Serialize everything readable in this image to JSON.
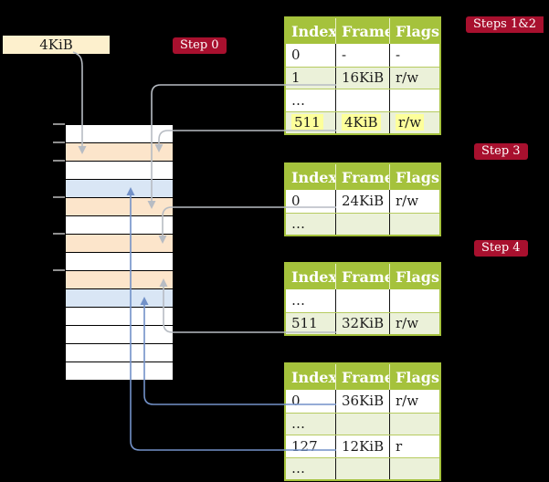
{
  "frame_box": {
    "label": "4KiB"
  },
  "badges": [
    {
      "id": "step-0",
      "label": "Step 0"
    },
    {
      "id": "steps-1-2",
      "label": "Steps 1&2"
    },
    {
      "id": "step-3",
      "label": "Step 3"
    },
    {
      "id": "step-4",
      "label": "Step 4"
    }
  ],
  "memory": {
    "rows": [
      "white",
      "orange",
      "white",
      "blue",
      "orange",
      "white",
      "orange",
      "white",
      "orange",
      "blue",
      "white",
      "white",
      "white",
      "white"
    ]
  },
  "tables": [
    {
      "id": "page-table-steps-1-2",
      "headers": [
        "Index",
        "Frame",
        "Flags"
      ],
      "rows": [
        {
          "cells": [
            "0",
            "-",
            "-"
          ],
          "shade": "white",
          "highlight": false
        },
        {
          "cells": [
            "1",
            "16KiB",
            "r/w"
          ],
          "shade": "green",
          "highlight": false
        },
        {
          "cells": [
            "…",
            "",
            ""
          ],
          "shade": "white",
          "highlight": false
        },
        {
          "cells": [
            "511",
            "4KiB",
            "r/w"
          ],
          "shade": "green",
          "highlight": true
        }
      ]
    },
    {
      "id": "page-table-step-3",
      "headers": [
        "Index",
        "Frame",
        "Flags"
      ],
      "rows": [
        {
          "cells": [
            "0",
            "24KiB",
            "r/w"
          ],
          "shade": "white",
          "highlight": false
        },
        {
          "cells": [
            "…",
            "",
            ""
          ],
          "shade": "green",
          "highlight": false
        }
      ]
    },
    {
      "id": "page-table-step-4",
      "headers": [
        "Index",
        "Frame",
        "Flags"
      ],
      "rows": [
        {
          "cells": [
            "…",
            "",
            ""
          ],
          "shade": "white",
          "highlight": false
        },
        {
          "cells": [
            "511",
            "32KiB",
            "r/w"
          ],
          "shade": "green",
          "highlight": false
        }
      ]
    },
    {
      "id": "page-table-final",
      "headers": [
        "Index",
        "Frame",
        "Flags"
      ],
      "rows": [
        {
          "cells": [
            "0",
            "36KiB",
            "r/w"
          ],
          "shade": "white",
          "highlight": false
        },
        {
          "cells": [
            "…",
            "",
            ""
          ],
          "shade": "green",
          "highlight": false
        },
        {
          "cells": [
            "127",
            "12KiB",
            "r"
          ],
          "shade": "white",
          "highlight": false
        },
        {
          "cells": [
            "…",
            "",
            ""
          ],
          "shade": "green",
          "highlight": false
        }
      ]
    }
  ],
  "colors": {
    "background": "#000000",
    "frame_box_fill": "#fdf0cd",
    "badge_red": "#a8102e",
    "table_header_green": "#a5c23c",
    "table_row_green": "#ebf1d9",
    "memory_orange": "#fce5cb",
    "memory_blue": "#d9e6f5",
    "highlight_yellow": "#fdff9b",
    "arrow_gray": "#b7bcc3",
    "arrow_blue": "#7291c8"
  }
}
